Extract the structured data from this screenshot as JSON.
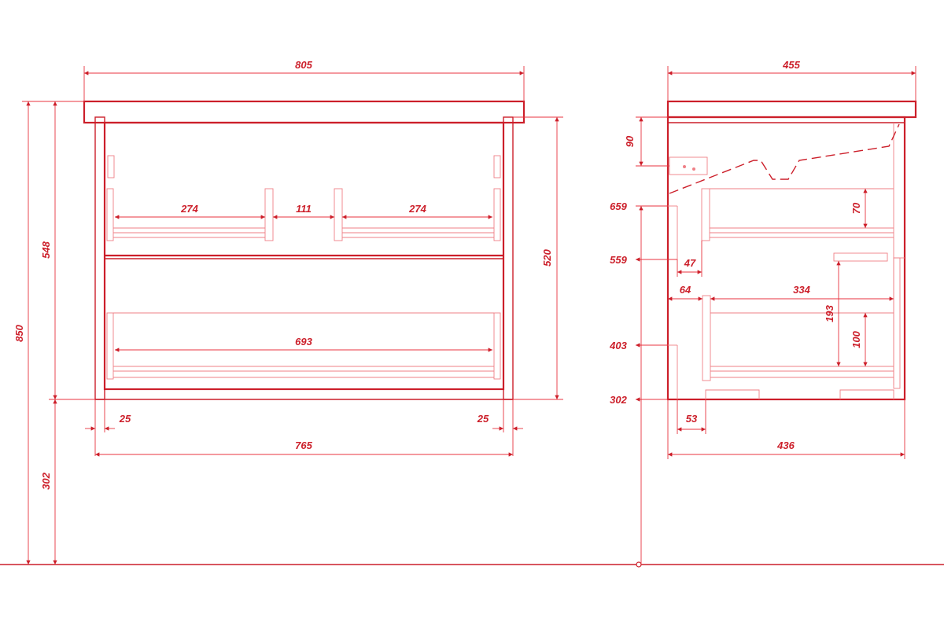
{
  "colors": {
    "line": "#cc1f2a",
    "light_line": "#ef7f86"
  },
  "front_view": {
    "overall_width": "805",
    "body_width": "765",
    "inner_width": "693",
    "side_left": "25",
    "side_right": "25",
    "drawer_left_width": "274",
    "drawer_gap": "111",
    "drawer_right_width": "274",
    "front_height": "520",
    "top_height": "548",
    "total_height": "850",
    "floor_clearance": "302"
  },
  "side_view": {
    "overall_depth": "455",
    "body_depth": "436",
    "sink_depth": "90",
    "level_659": "659",
    "level_559": "559",
    "level_403": "403",
    "level_302": "302",
    "offset_47": "47",
    "offset_64": "64",
    "drawer_depth": "334",
    "upper_drawer_height": "70",
    "lower_drawer_total": "193",
    "lower_drawer_height": "100",
    "bottom_offset": "53"
  }
}
